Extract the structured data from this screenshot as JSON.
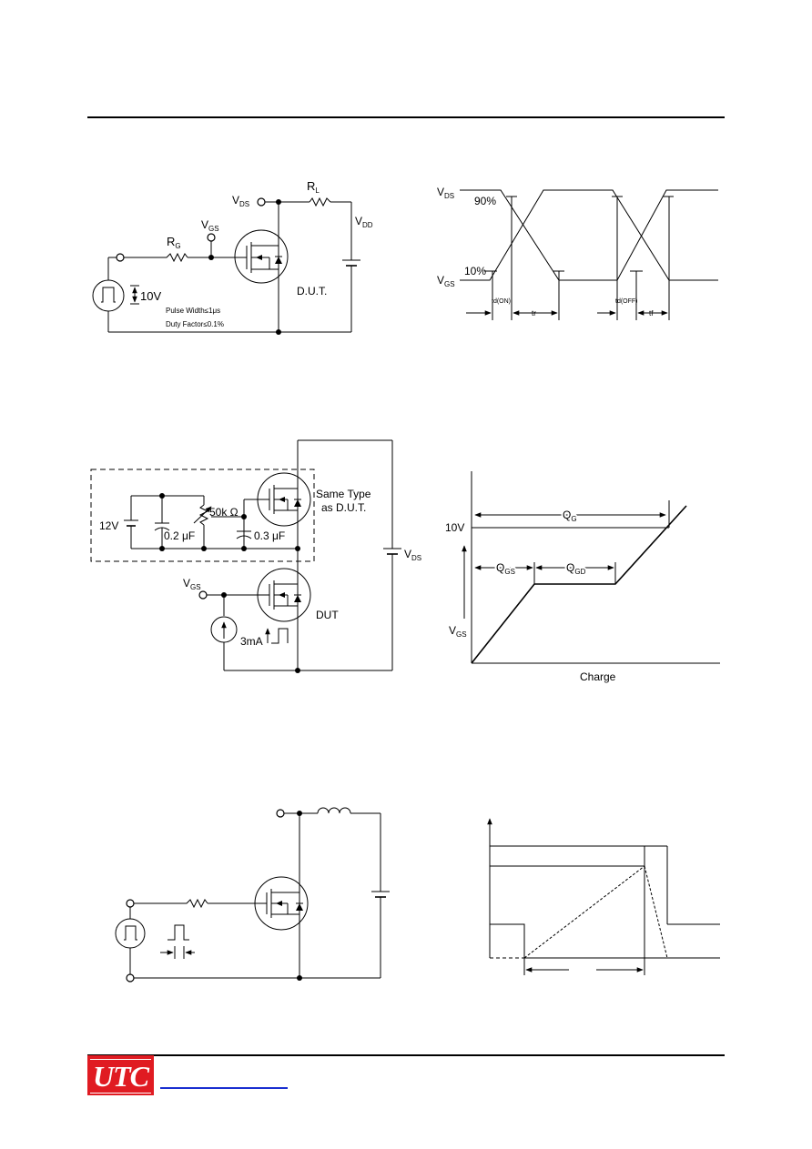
{
  "footer": {
    "logo_text": "UTC"
  },
  "circuit1": {
    "vds": "V",
    "vds_sub": "DS",
    "rl": "R",
    "rl_sub": "L",
    "vgs": "V",
    "vgs_sub": "GS",
    "vdd": "V",
    "vdd_sub": "DD",
    "rg": "R",
    "rg_sub": "G",
    "pulse_amp": "10V",
    "dut": "D.U.T.",
    "pulse_width": "Pulse Width≤1μs",
    "duty_factor": "Duty Factor≤0.1%"
  },
  "waveform1": {
    "vds": "V",
    "vds_sub": "DS",
    "pct90": "90%",
    "pct10": "10%",
    "vgs": "V",
    "vgs_sub": "GS",
    "td_on": "td(ON)",
    "tr": "tr",
    "td_off": "td(OFF)",
    "tf": "tf"
  },
  "circuit2": {
    "v12": "12V",
    "res": "50k Ω",
    "cap1": "0.2 μF",
    "cap2": "0.3 μF",
    "same_type_1": "Same Type",
    "same_type_2": "as D.U.T.",
    "vds": "V",
    "vds_sub": "DS",
    "vgs": "V",
    "vgs_sub": "GS",
    "dut": "DUT",
    "current": "3mA"
  },
  "waveform2": {
    "qg": "Q",
    "qg_sub": "G",
    "v10": "10V",
    "qgs": "Q",
    "qgs_sub": "GS",
    "qgd": "Q",
    "qgd_sub": "GD",
    "vgs": "V",
    "vgs_sub": "GS",
    "xlabel": "Charge"
  }
}
